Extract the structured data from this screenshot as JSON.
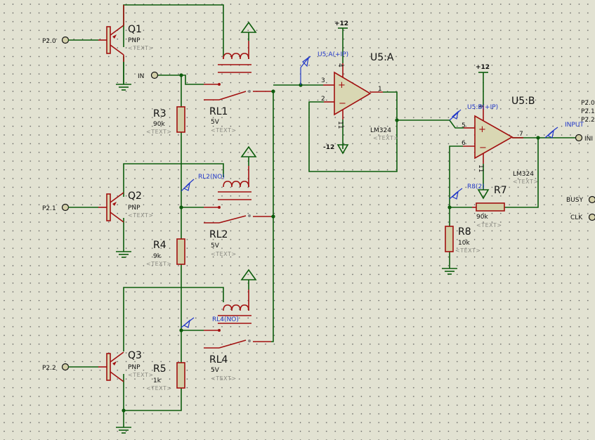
{
  "colors": {
    "background": "#e2e2d2",
    "wire": "#0c5c0c",
    "component": "#a11010",
    "probe": "#2238c8",
    "text_tag": "#8c8c84"
  },
  "ports": {
    "p20": "P2.0",
    "p21": "P2.1",
    "p22": "P2.2",
    "in": "IN",
    "busy": "BUSY",
    "clk": "CLK",
    "inr": "INI",
    "r_p20": "P2.0",
    "r_p21": "P2.1",
    "r_p22": "P2.2"
  },
  "transistors": [
    {
      "ref": "Q1",
      "value": "PNP",
      "tag": "<TEXT>"
    },
    {
      "ref": "Q2",
      "value": "PNP",
      "tag": "<TEXT>"
    },
    {
      "ref": "Q3",
      "value": "PNP",
      "tag": "<TEXT>"
    }
  ],
  "resistors": [
    {
      "ref": "R3",
      "value": "90k",
      "tag": "<TEXT>"
    },
    {
      "ref": "R4",
      "value": "9k",
      "tag": "<TEXT>"
    },
    {
      "ref": "R5",
      "value": "1k",
      "tag": "<TEXT>"
    },
    {
      "ref": "R7",
      "value": "90k",
      "tag": "<TEXT>"
    },
    {
      "ref": "R8",
      "value": "10k",
      "tag": "<TEXT>"
    }
  ],
  "relays": [
    {
      "ref": "RL1",
      "value": "5V",
      "tag": "<TEXT>"
    },
    {
      "ref": "RL2",
      "value": "5V",
      "tag": "<TEXT>"
    },
    {
      "ref": "RL4",
      "value": "5V",
      "tag": "<TEXT>"
    }
  ],
  "opamps": [
    {
      "ref": "U5:A",
      "part": "LM324",
      "tag": "<TEXT>",
      "pin_plus": "3",
      "pin_minus": "2",
      "pin_out": "1",
      "pin_vp": "4",
      "pin_vn": "11"
    },
    {
      "ref": "U5:B",
      "part": "LM324",
      "tag": "<TEXT>",
      "pin_plus": "5",
      "pin_minus": "6",
      "pin_out": "7",
      "pin_vp": "4",
      "pin_vn": "11"
    }
  ],
  "power": {
    "pos_a": "+12",
    "neg_a": "-12",
    "pos_b": "+12"
  },
  "probes": {
    "u5a": "U5:A(+IP)",
    "u5b": "U5:B(+IP)",
    "rl2": "RL2(NO)",
    "rl4": "RL4(NO)",
    "r8": "R8(2)",
    "input": "INPUT"
  }
}
